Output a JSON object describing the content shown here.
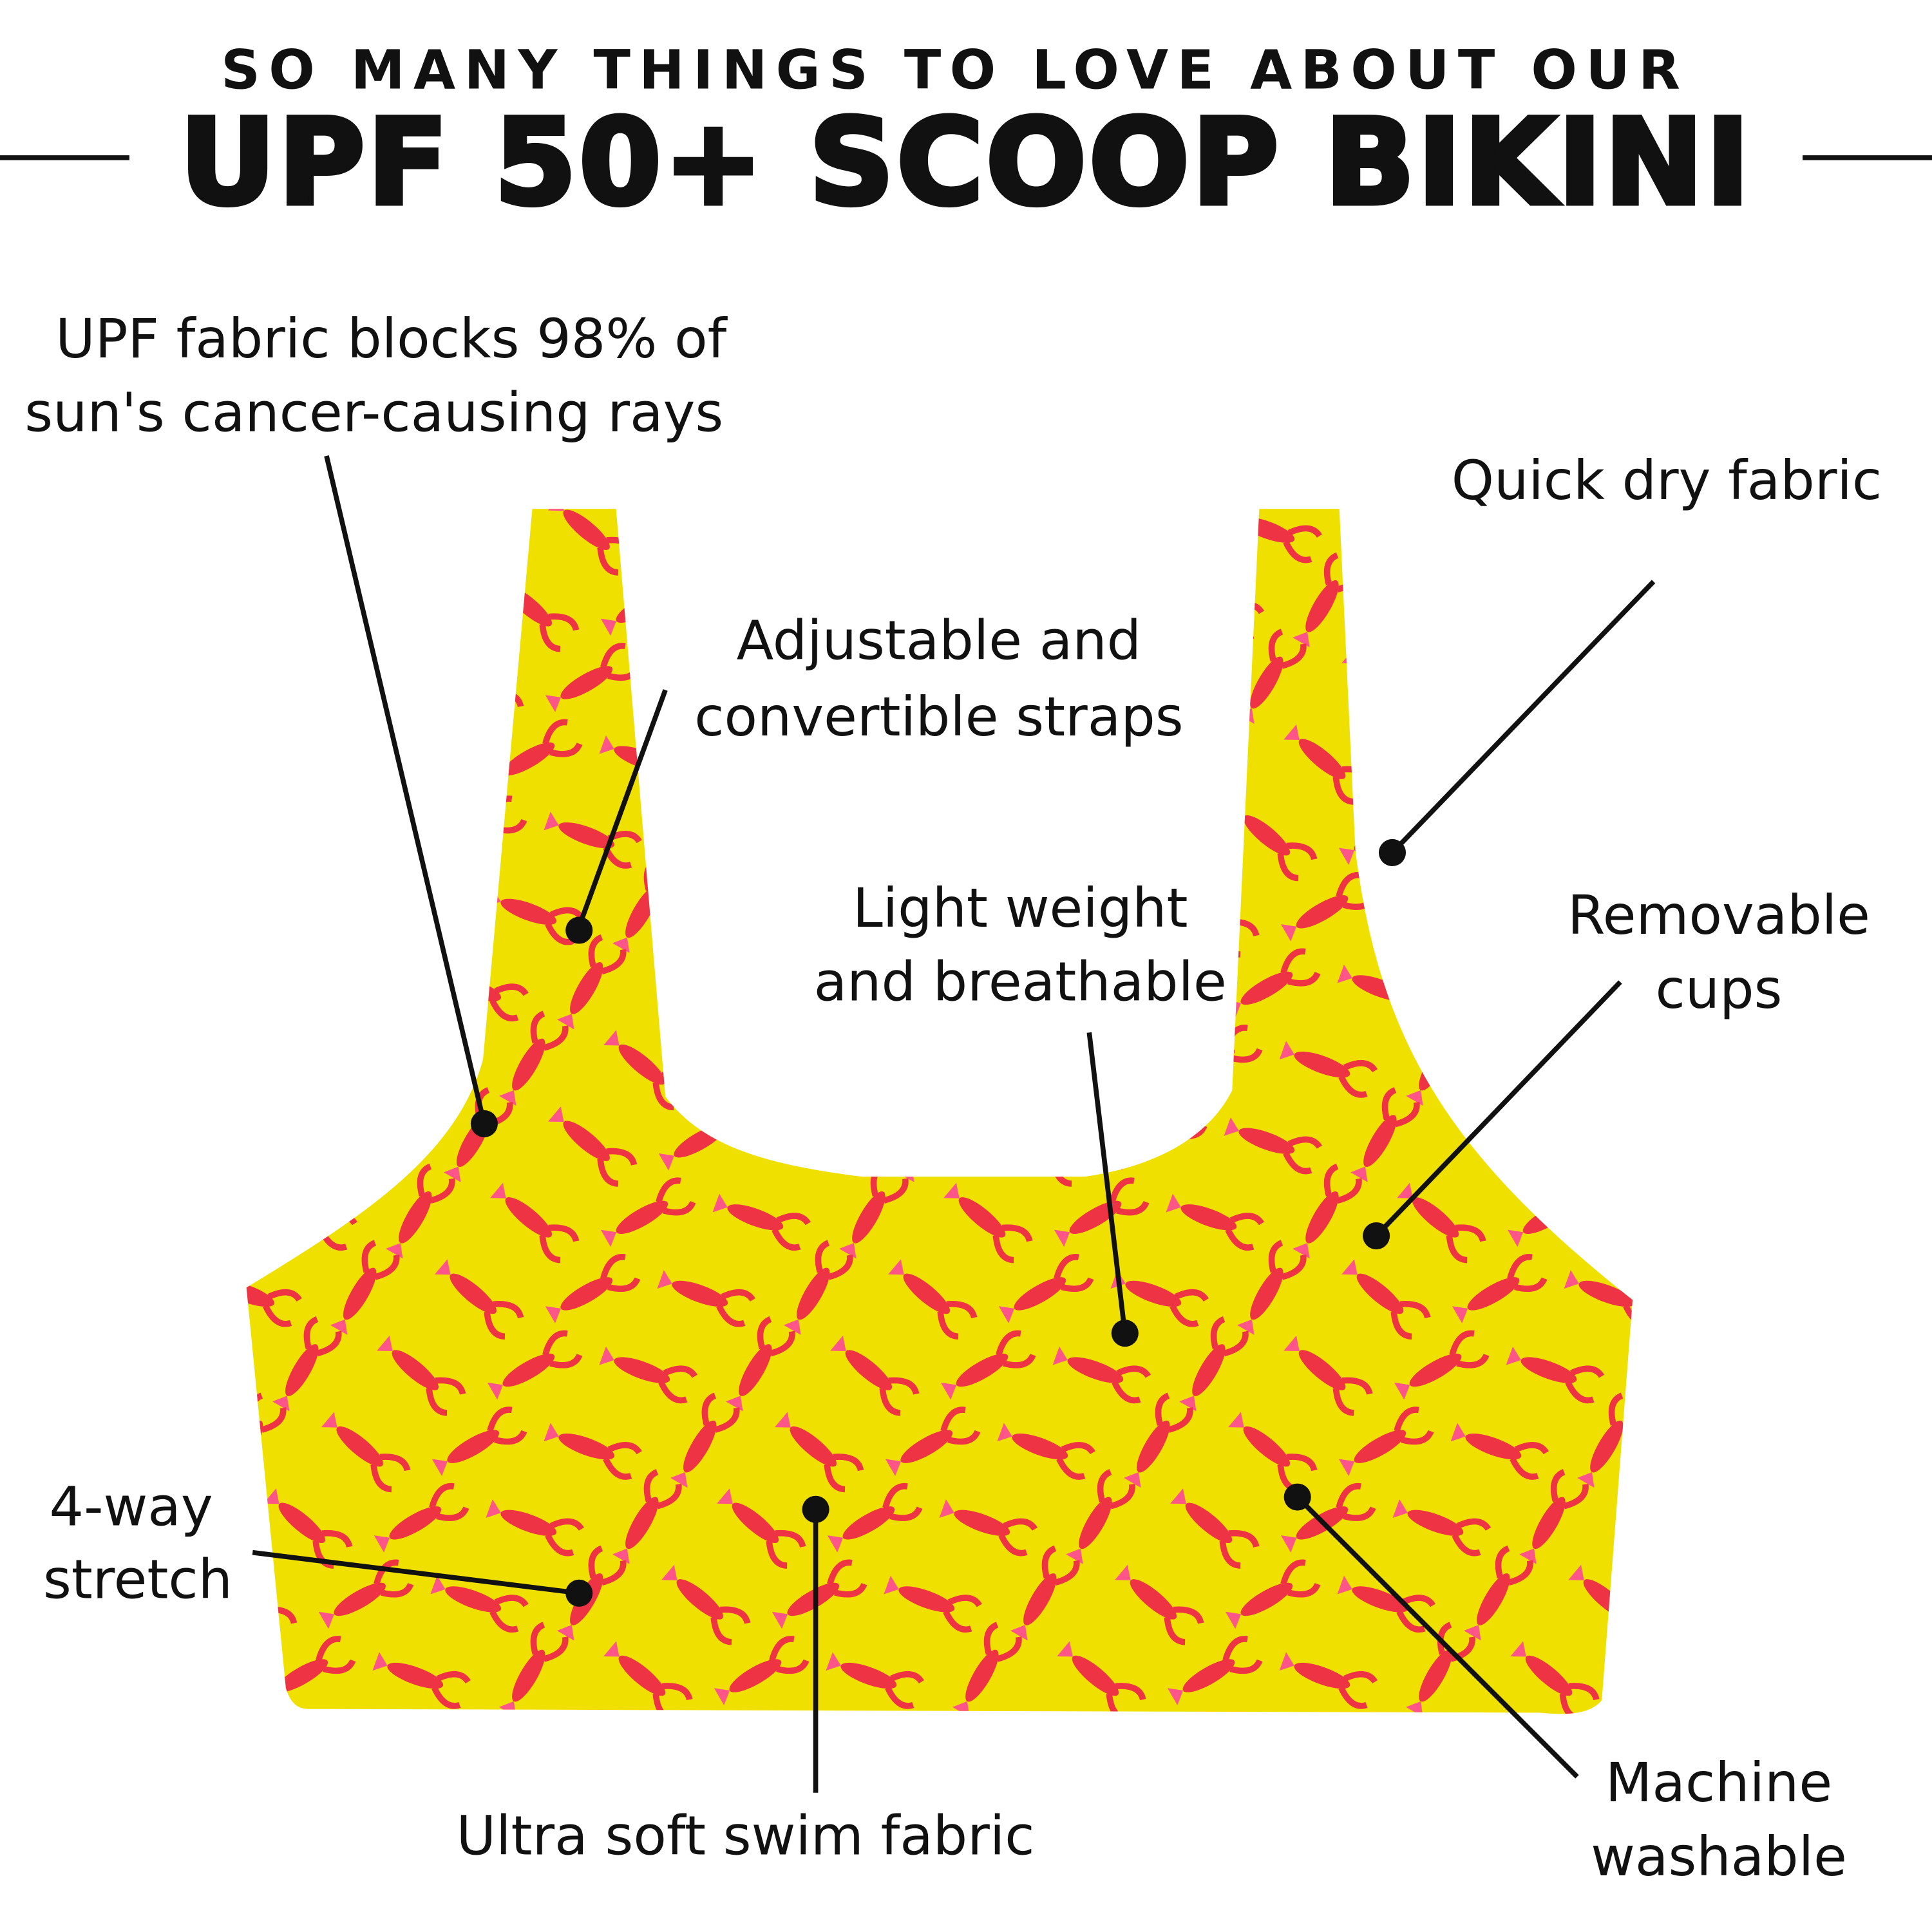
{
  "header": {
    "subtitle": "SO MANY THINGS TO LOVE ABOUT OUR",
    "title": "UPF 50+ SCOOP BIKINI"
  },
  "colors": {
    "fabric": "#f0e000",
    "lobster": "#ee3344",
    "ink": "#111111"
  },
  "features": {
    "upf": [
      "UPF fabric blocks 98% of",
      "sun's cancer-causing rays"
    ],
    "straps": [
      "Adjustable and",
      "convertible straps"
    ],
    "quick_dry": [
      "Quick dry fabric"
    ],
    "light": [
      "Light weight",
      "and breathable"
    ],
    "cups": [
      "Removable",
      "cups"
    ],
    "stretch": [
      "4-way",
      "stretch"
    ],
    "soft": [
      "Ultra soft swim fabric"
    ],
    "washable": [
      "Machine",
      "washable"
    ]
  }
}
